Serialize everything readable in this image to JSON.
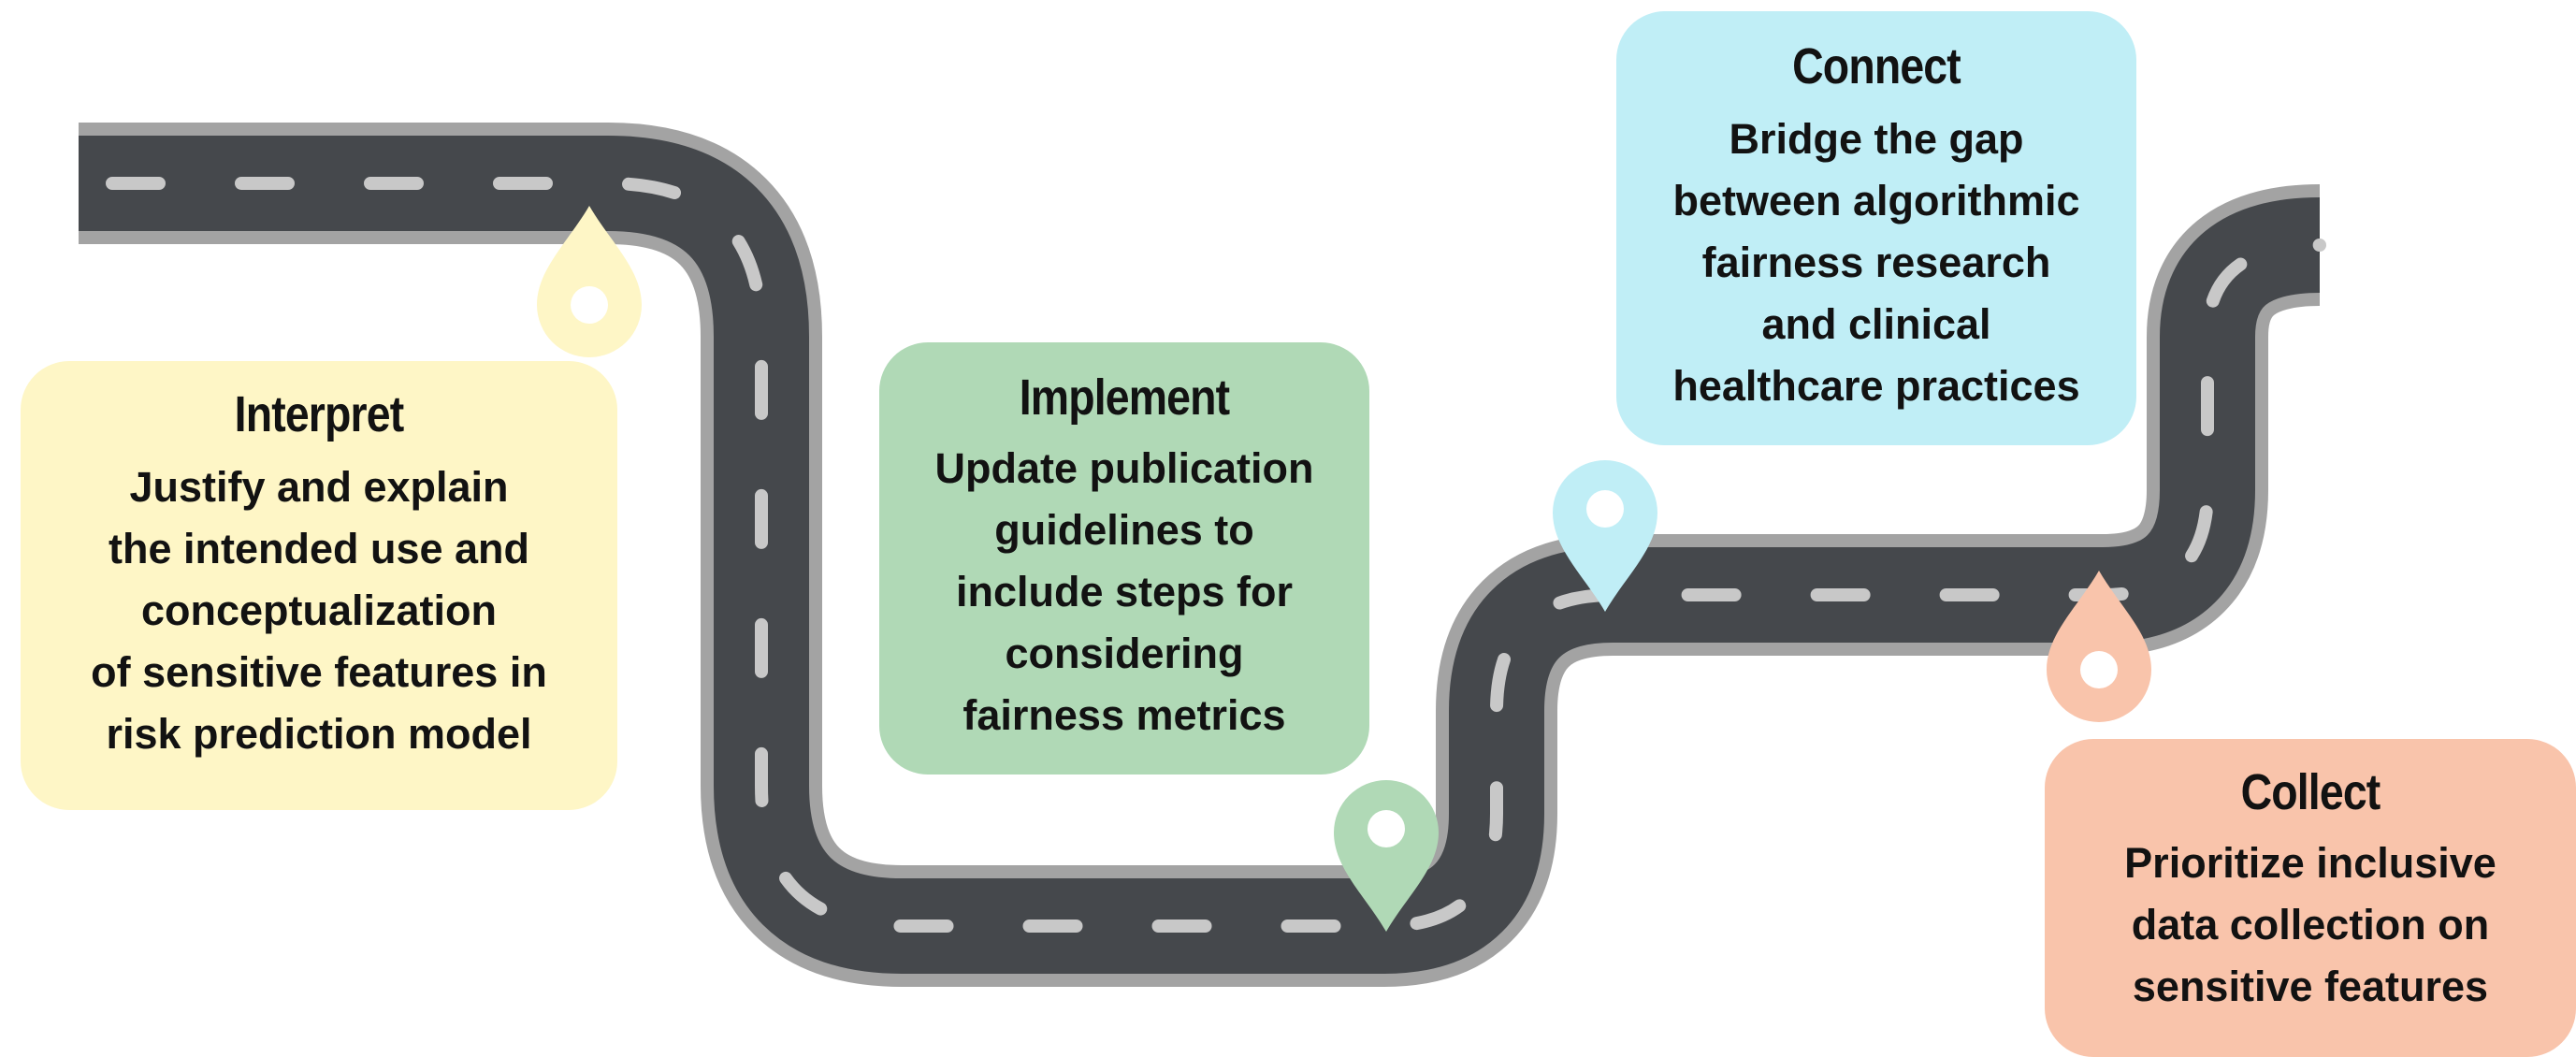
{
  "steps": {
    "interpret": {
      "title": "Interpret",
      "lines": [
        "Justify and explain",
        "the intended use and",
        "conceptualization",
        "of sensitive features in",
        "risk prediction model"
      ]
    },
    "implement": {
      "title": "Implement",
      "lines": [
        "Update publication",
        "guidelines to",
        "include steps for",
        "considering",
        "fairness metrics"
      ]
    },
    "connect": {
      "title": "Connect",
      "lines": [
        "Bridge the gap",
        "between algorithmic",
        "fairness research",
        "and clinical",
        "healthcare practices"
      ]
    },
    "collect": {
      "title": "Collect",
      "lines": [
        "Prioritize inclusive",
        "data collection on",
        "sensitive features"
      ]
    }
  },
  "colors": {
    "road": "#45484c",
    "road_edge": "#a3a3a3",
    "dash": "#c8c8c8",
    "interpret": "#fef6c6",
    "implement": "#b0d9b6",
    "connect": "#c0eef6",
    "collect": "#f9c4ab"
  },
  "icons": [
    "map-pin-icon"
  ]
}
